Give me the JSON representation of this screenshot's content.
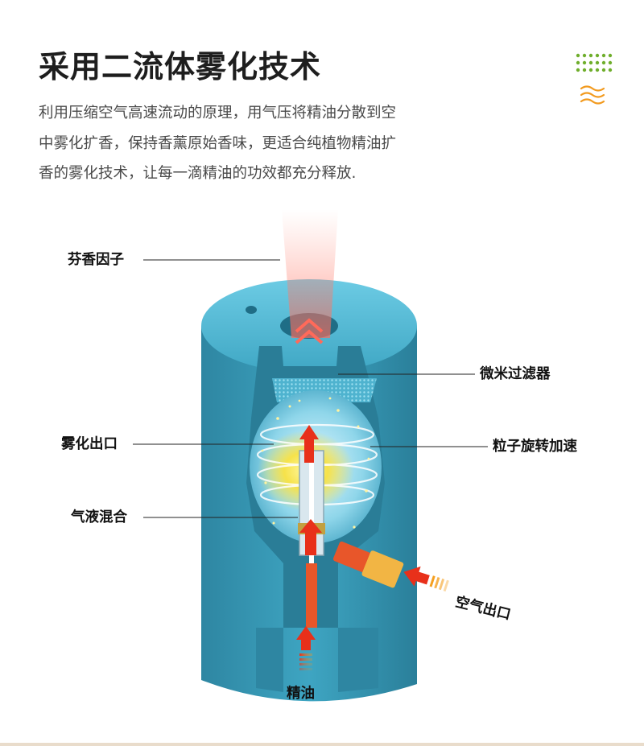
{
  "header": {
    "title": "采用二流体雾化技术",
    "description": "利用压缩空气高速流动的原理，用气压将精油分散到空中雾化扩香，保持香薰原始香味，更适合纯植物精油扩香的雾化技术，让每一滴精油的功效都充分释放."
  },
  "decorations": {
    "dots_icon": "dot-grid-icon",
    "waves_icon": "wave-lines-icon",
    "dots_color": "#6fae2c",
    "waves_color": "#f29a1e"
  },
  "diagram": {
    "labels": {
      "aroma_factor": "芬香因子",
      "micro_filter": "微米过滤器",
      "atomize_outlet": "雾化出口",
      "particle_spin": "粒子旋转加速",
      "gas_liquid_mix": "气液混合",
      "air_outlet": "空气出口",
      "essential_oil": "精油"
    },
    "colors": {
      "body": "#3a9bb8",
      "body_light": "#5fc0dc",
      "arrow_red": "#e8301a",
      "arrow_orange": "#f5a020",
      "glow": "#f6e24a"
    }
  }
}
